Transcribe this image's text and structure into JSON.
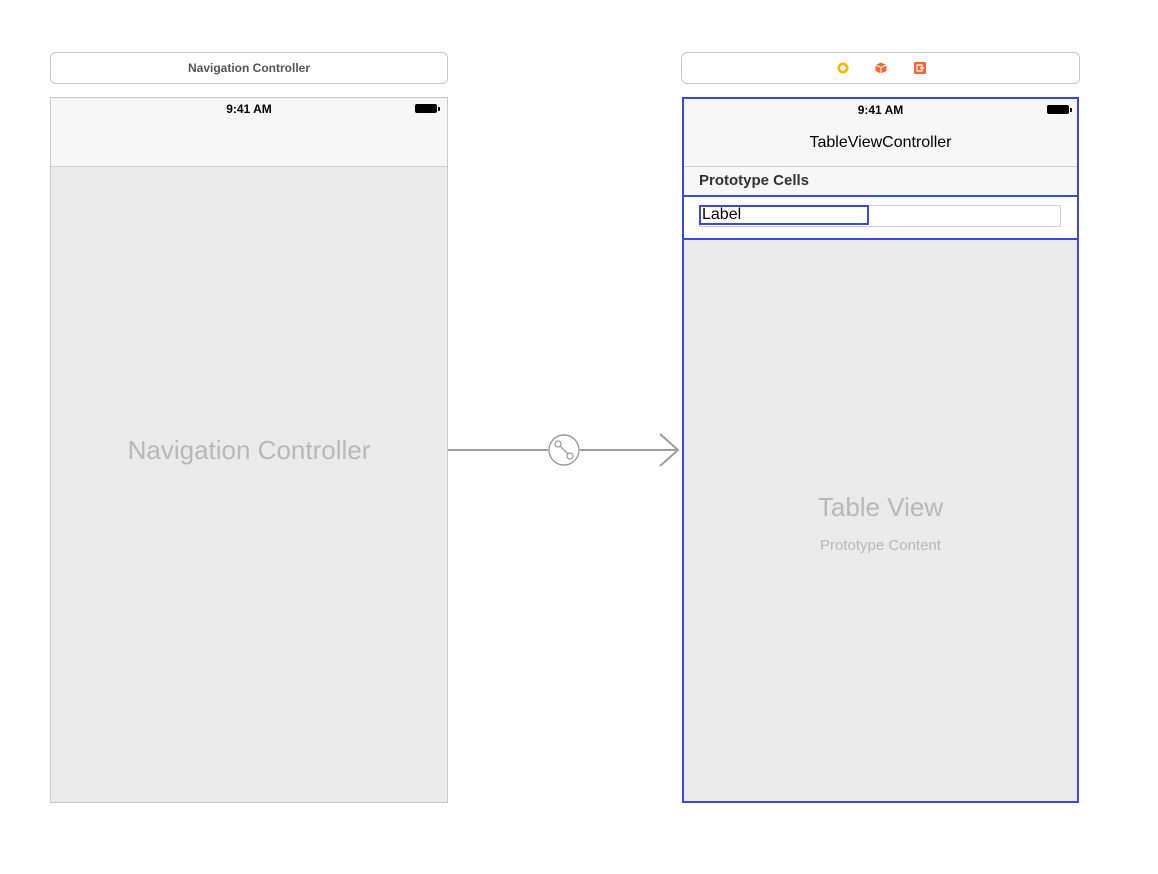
{
  "nav_scene": {
    "title": "Navigation Controller",
    "status_time": "9:41 AM",
    "center_label": "Navigation Controller"
  },
  "table_scene": {
    "dock_icons": [
      "view-controller-icon",
      "first-responder-icon",
      "exit-icon"
    ],
    "dock_icon_colors": [
      "#f5b800",
      "#f06a35",
      "#f06a35"
    ],
    "status_time": "9:41 AM",
    "nav_title": "TableViewController",
    "section_header": "Prototype Cells",
    "cell_label": "Label",
    "placeholder_title": "Table View",
    "placeholder_subtitle": "Prototype Content"
  },
  "segue": {
    "icon": "relationship-segue-icon",
    "color": "#9e9e9e"
  },
  "selection_color": "#3b48e0"
}
